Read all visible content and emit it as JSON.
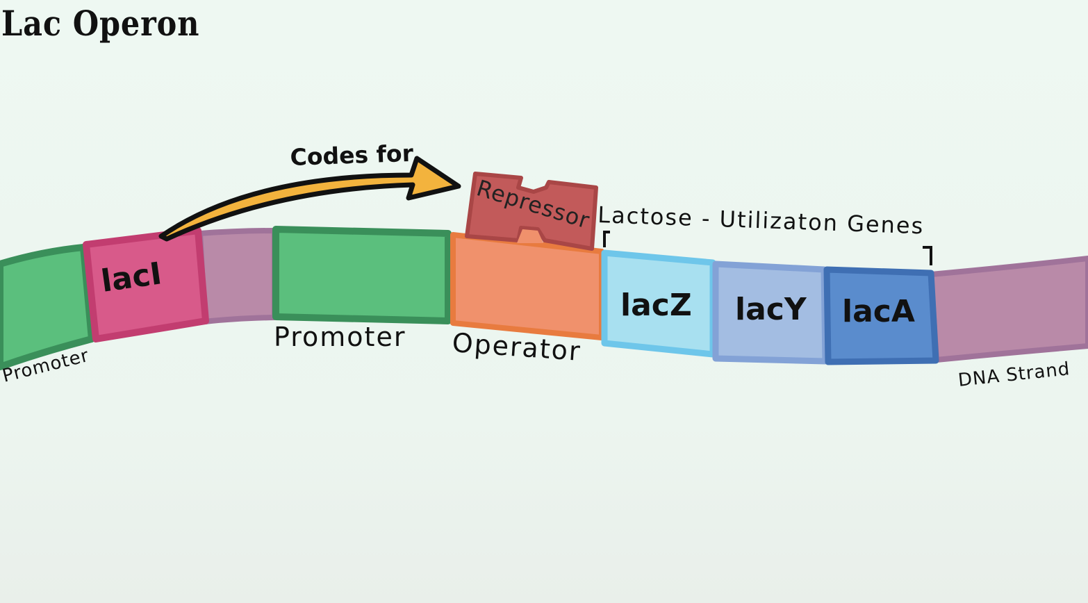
{
  "title": "Lac Operon",
  "arrow_label": "Codes for",
  "repressor_label": "Repressor",
  "bracket_label": "Lactose - Utilizaton Genes",
  "segments": {
    "promoter_left_label": "Promoter",
    "laci_label": "lacI",
    "promoter_label": "Promoter",
    "operator_label": "Operator",
    "lacz_label": "lacZ",
    "lacy_label": "lacY",
    "laca_label": "lacA",
    "strand_label": "DNA Strand"
  },
  "colors": {
    "promoter_fill": "#5bbf7d",
    "promoter_stroke": "#3a8f5a",
    "laci_fill": "#d85a8a",
    "laci_stroke": "#c23d70",
    "strand_fill": "#b98aa8",
    "strand_stroke": "#a0739a",
    "operator_fill": "#f0916c",
    "operator_stroke": "#e87b3f",
    "lacz_fill": "#a8e0f0",
    "lacz_stroke": "#6ec6ea",
    "lacy_fill": "#a3bde2",
    "lacy_stroke": "#83a2d6",
    "laca_fill": "#5a8ccd",
    "laca_stroke": "#3f6fb3",
    "repressor_fill": "#c25a5a",
    "repressor_stroke": "#a94646",
    "arrow_fill": "#f3b33d"
  }
}
